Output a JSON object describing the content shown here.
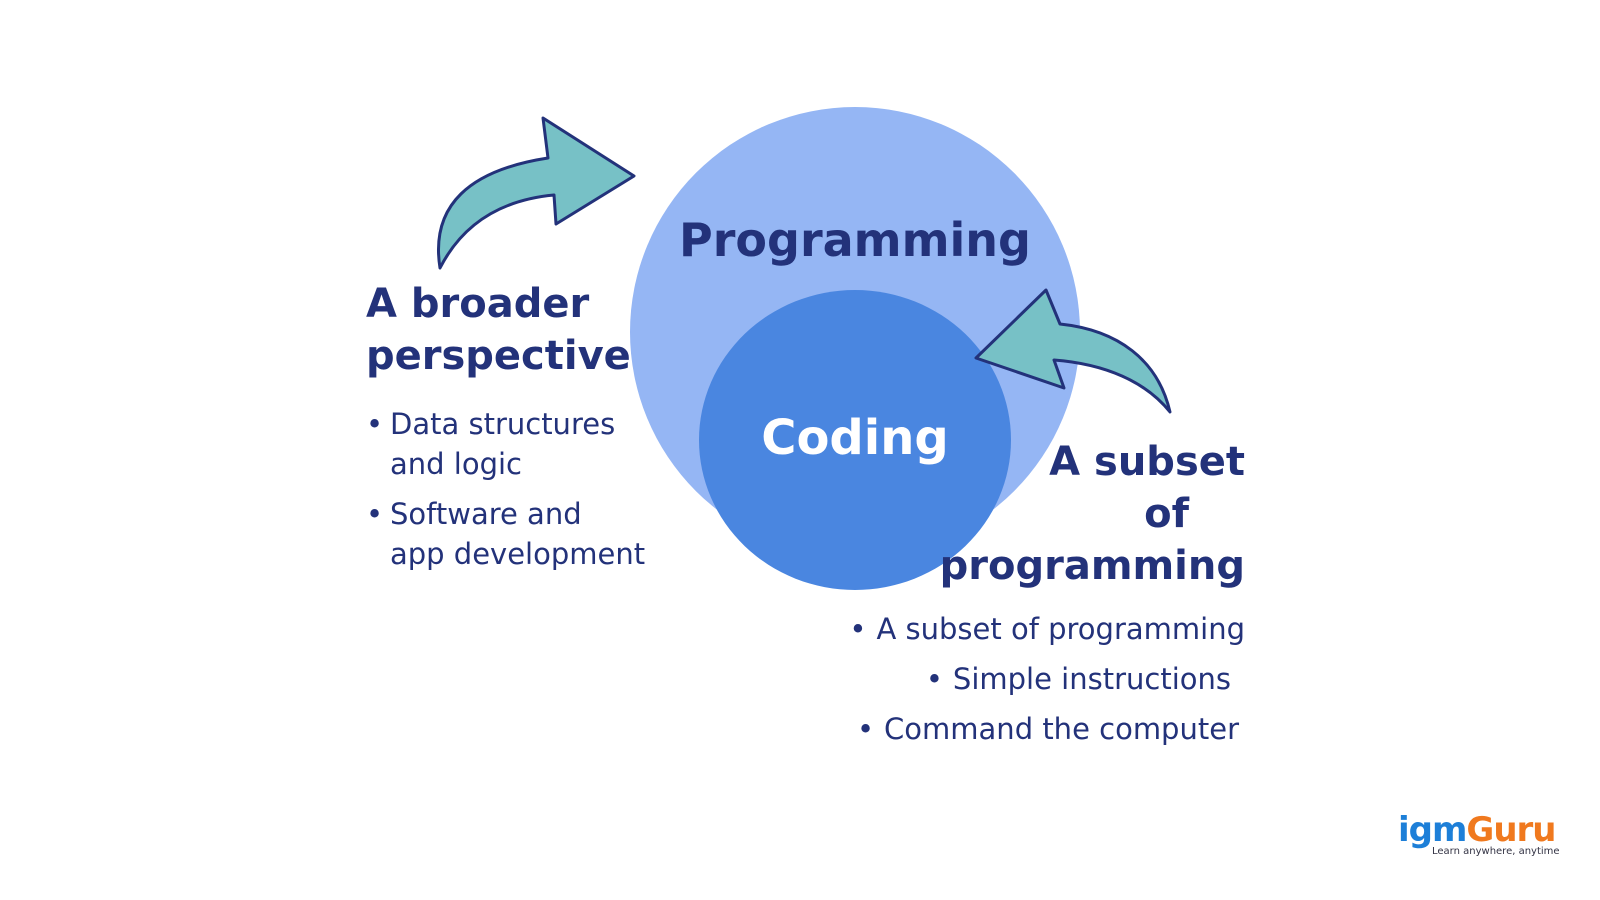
{
  "diagram": {
    "outer_label": "Programming",
    "inner_label": "Coding"
  },
  "left_panel": {
    "heading_line1": "A broader",
    "heading_line2": "perspective",
    "bullets": [
      {
        "line1": "Data structures",
        "line2": "and logic"
      },
      {
        "line1": "Software and",
        "line2": "app development"
      }
    ]
  },
  "right_panel": {
    "heading_line1": "A subset",
    "heading_line2": "of",
    "heading_line3": "programming",
    "bullets": [
      "A subset of programming",
      "Simple instructions",
      "Command the computer"
    ]
  },
  "logo": {
    "part1": "igm",
    "part2": "Guru",
    "tagline": "Learn anywhere, anytime"
  },
  "colors": {
    "outer_circle": "#95b6f4",
    "inner_circle": "#4a86e0",
    "arrow_fill": "#77c1c6",
    "arrow_stroke": "#23327a",
    "text": "#23327a",
    "logo_blue": "#1d7fd8",
    "logo_orange": "#f0791e"
  },
  "icons": {
    "left_arrow": "curved-arrow-right-icon",
    "right_arrow": "curved-arrow-left-icon"
  }
}
